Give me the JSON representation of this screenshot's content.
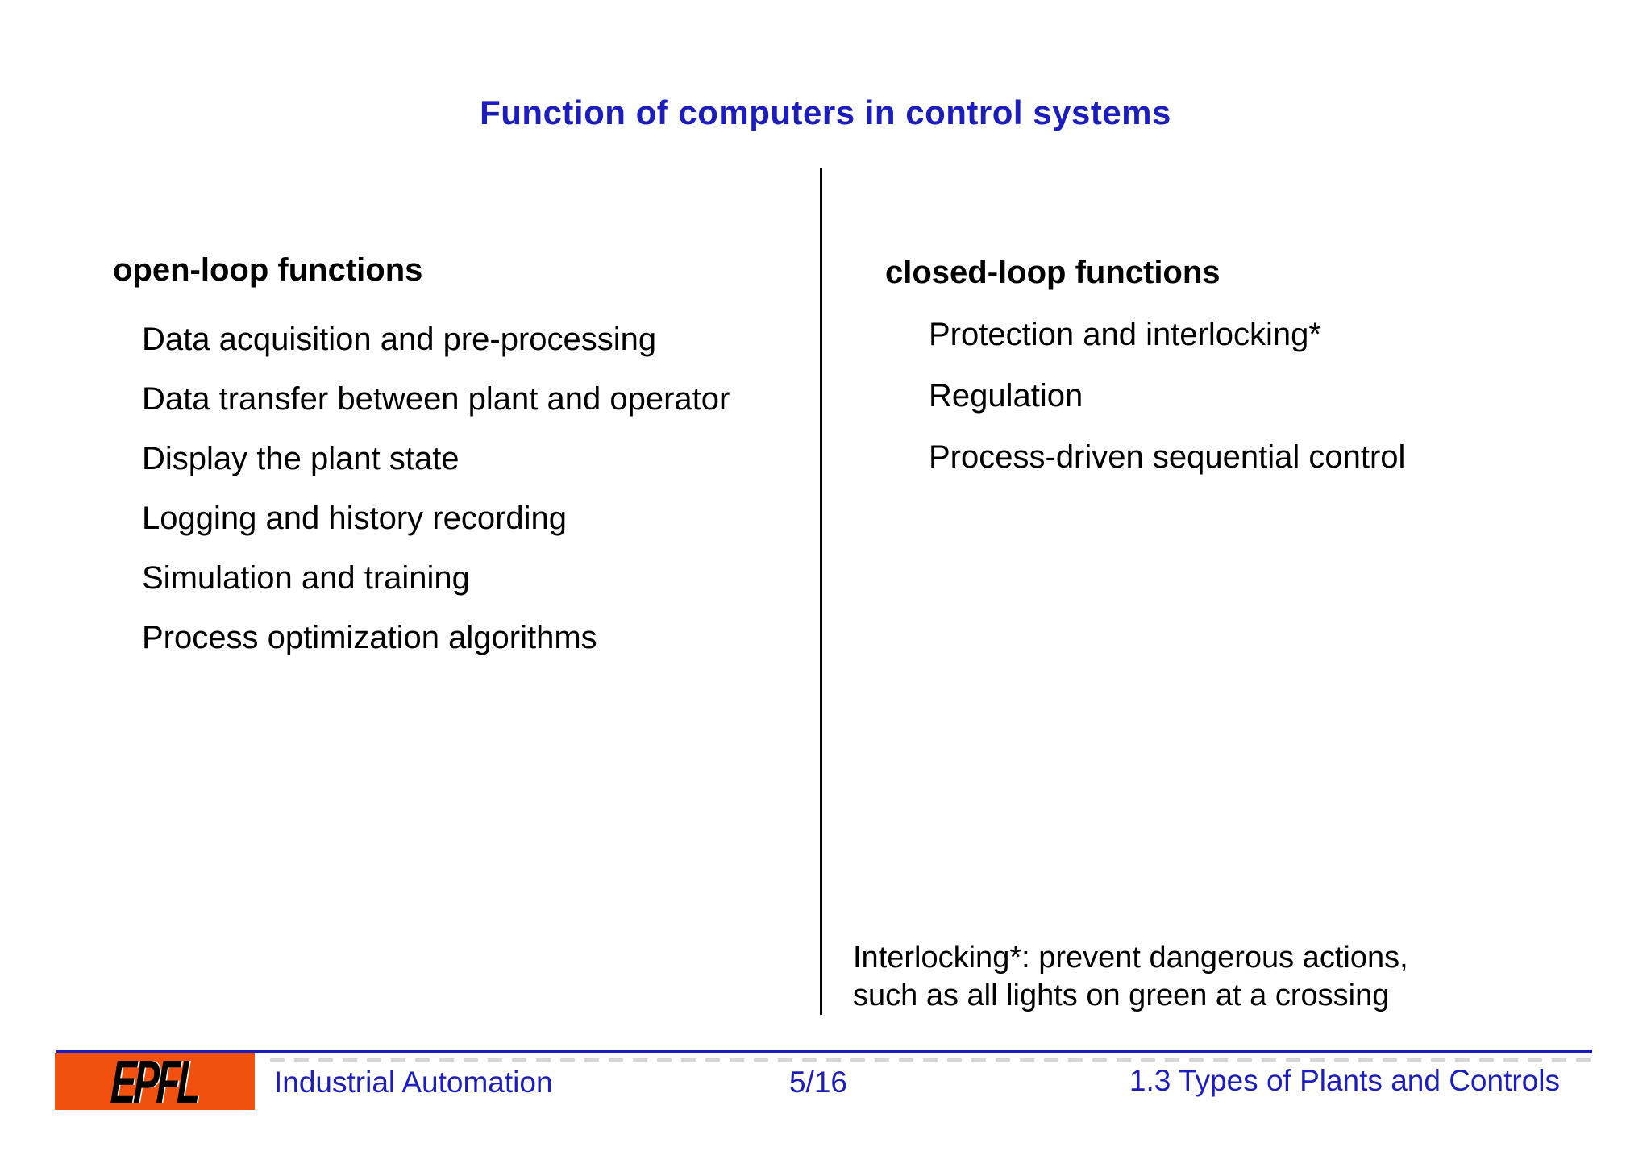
{
  "title": "Function of computers in control systems",
  "columns": {
    "left": {
      "heading": "open-loop functions",
      "items": [
        "Data acquisition and pre-processing",
        "Data transfer between plant and operator",
        "Display the plant state",
        "Logging and history recording",
        "Simulation and training",
        "Process optimization algorithms"
      ]
    },
    "right": {
      "heading": "closed-loop functions",
      "items": [
        "Protection and interlocking*",
        "Regulation",
        "Process-driven sequential control"
      ]
    }
  },
  "note": {
    "line1": "Interlocking*: prevent dangerous actions,",
    "line2": "such as all lights on green at a crossing"
  },
  "footer": {
    "logo_text": "EPFL",
    "course": "Industrial Automation",
    "page": "5/16",
    "section": "1.3 Types of Plants and Controls"
  },
  "colors": {
    "accent_blue": "#1d1dbd",
    "logo_orange": "#f2500f",
    "divider_black": "#000000",
    "dashed_gray": "#cccccc"
  }
}
